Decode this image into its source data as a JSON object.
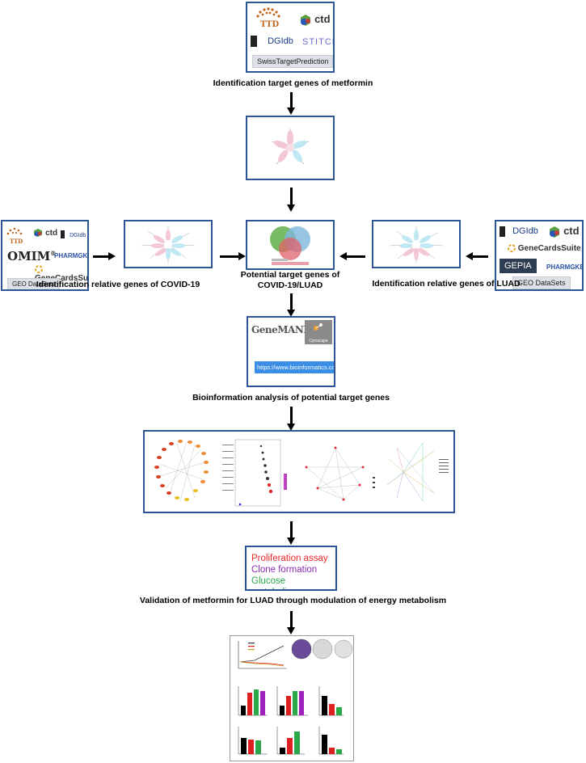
{
  "steps": {
    "metformin": {
      "caption": "Identification target genes of metformin",
      "logos": {
        "ttd": "TTD",
        "ctd": "ctd",
        "dgidb": "DGIdb",
        "stitch": "STITCH",
        "swiss": "SwissTargetPrediction"
      }
    },
    "covid": {
      "caption": "Identification relative genes of COVID-19",
      "logos": {
        "ttd": "TTD",
        "ctd": "ctd",
        "dgidb": "DGIdb",
        "omim": "OMIM",
        "pharmgkb": "PHARMGKB",
        "genecards": "GeneCardsSuite",
        "geo": "GEO DataSets"
      }
    },
    "luad": {
      "caption": "Identification relative genes of LUAD",
      "logos": {
        "dgidb": "DGIdb",
        "ctd": "ctd",
        "genecards": "GeneCardsSuite",
        "gepia": "GEPIA",
        "pharmgkb": "PHARMGKB",
        "geo": "GEO DataSets"
      }
    },
    "potential": {
      "caption": "Potential target genes of\nCOVID-19/LUAD"
    },
    "bioinfo": {
      "caption": "Bioinformation analysis of  potential target genes",
      "logos": {
        "genemania": "GeneMANIA",
        "cytoscape": "Cytoscape",
        "url": "https://www.bioinformatics.com.cn"
      }
    },
    "validation": {
      "caption": "Validation of metformin for LUAD through modulation of energy metabolism",
      "items": [
        {
          "label": "Proliferation assay",
          "color": "#e8262a"
        },
        {
          "label": "Clone formation",
          "color": "#8b2bb5"
        },
        {
          "label": "Glucose metabolism",
          "color": "#2aa84a"
        }
      ]
    }
  },
  "colors": {
    "border": "#2d5596",
    "arrow": "#000000"
  }
}
